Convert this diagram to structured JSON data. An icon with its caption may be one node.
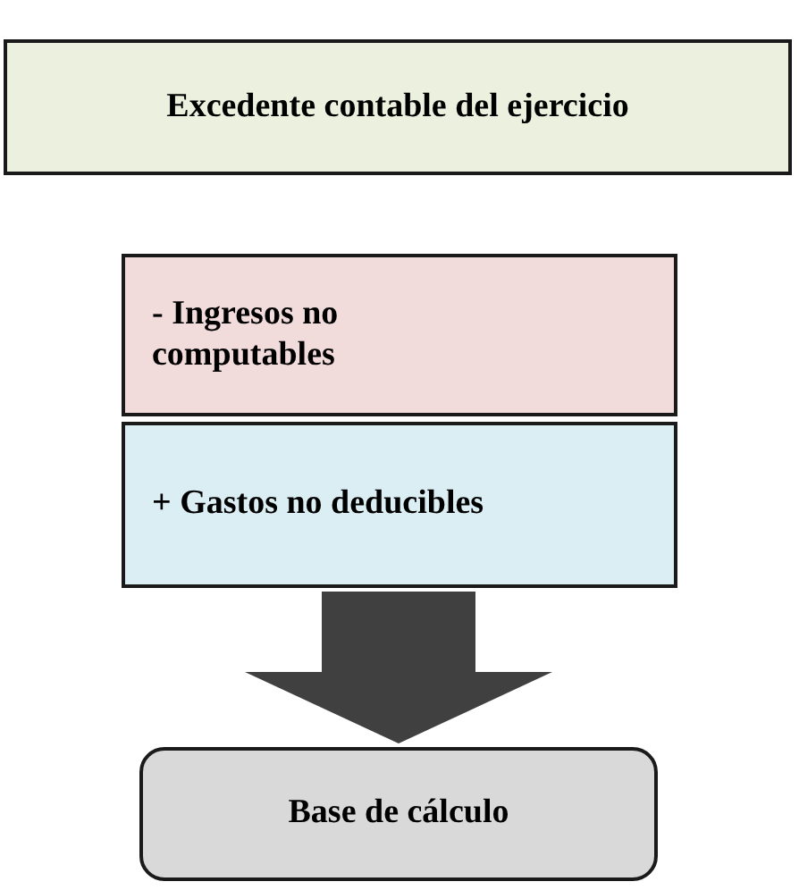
{
  "diagram": {
    "nodes": [
      {
        "text": [
          "Excedente contable del ejercicio"
        ]
      },
      {
        "text": [
          "- Ingresos no computables"
        ]
      },
      {
        "text": [
          "+ Gastos no deducibles"
        ]
      },
      {
        "text": [
          "Base de cálculo"
        ]
      }
    ],
    "edges": [
      {
        "from": 2,
        "to": 3,
        "arrow": "to"
      }
    ]
  }
}
